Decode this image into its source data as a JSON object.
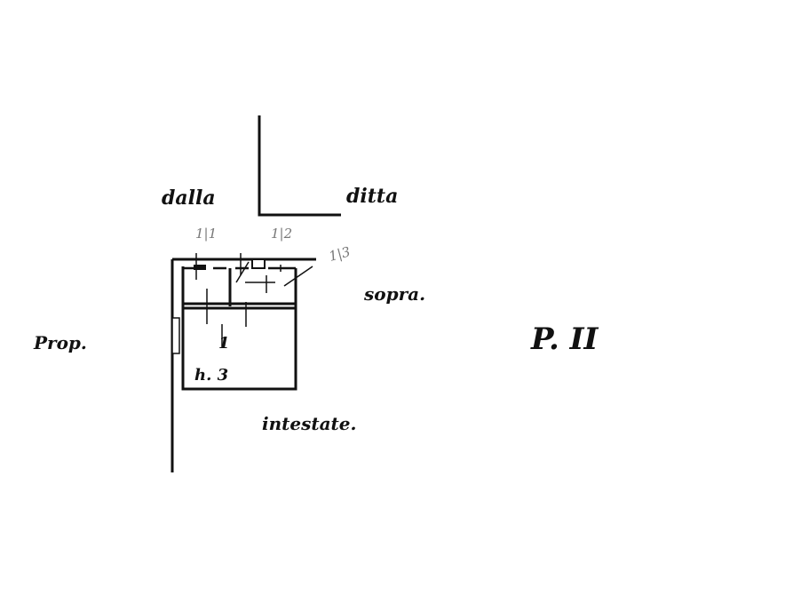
{
  "labels": {
    "dalla": "dalla",
    "ditta": "ditta",
    "sopra": "sopra.",
    "prop": "Prop.",
    "intestate": "intestate.",
    "floor": "P. II",
    "height": "h. 3",
    "mark_left": "1|1",
    "mark_center": "1|2",
    "mark_right": "1|3",
    "room_number": "1"
  },
  "colors": {
    "ink": "#111111",
    "paper": "#ffffff"
  }
}
